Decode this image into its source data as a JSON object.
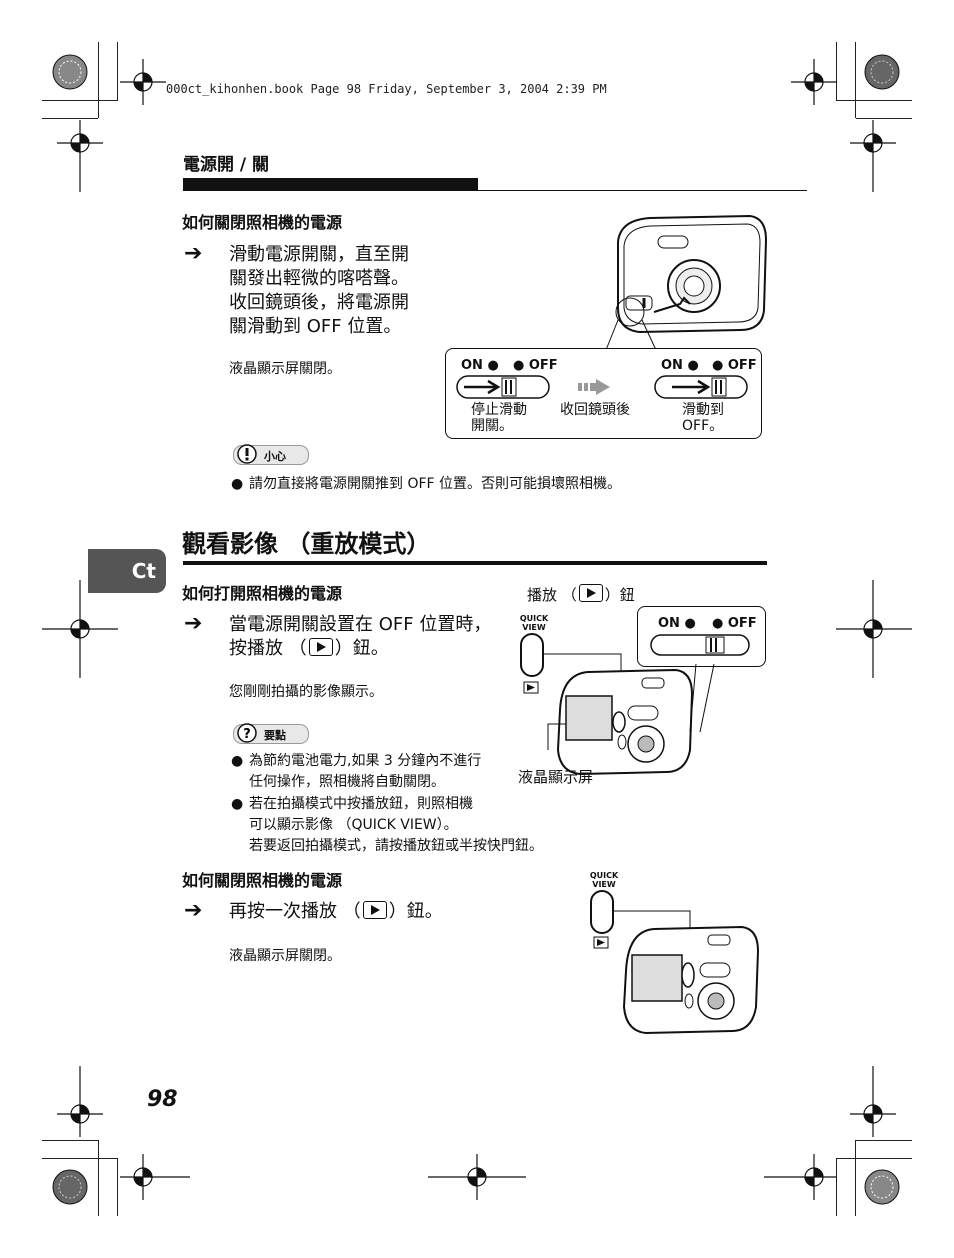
{
  "header": {
    "file_info": "000ct_kihonhen.book  Page 98  Friday, September 3, 2004  2:39 PM"
  },
  "section1": {
    "title": "電源開 / 關",
    "subhead": "如何關閉照相機的電源",
    "step_lines": [
      "滑動電源開關，直至開",
      "關發出輕微的喀嗒聲。",
      "收回鏡頭後，將電源開",
      "關滑動到 OFF 位置。"
    ],
    "note": "液晶顯示屏關閉。",
    "diagram": {
      "on_label": "ON",
      "off_label": "OFF",
      "left_caption": [
        "停止滑動",
        "開關。"
      ],
      "middle_caption": "收回鏡頭後",
      "right_caption": [
        "滑動到",
        "OFF。"
      ]
    },
    "caution_label": "小心",
    "caution_text": "請勿直接將電源開關推到 OFF 位置。否則可能損壞照相機。"
  },
  "section2": {
    "tab": "Ct",
    "title": "觀看影像 （重放模式）",
    "subhead_on": "如何打開照相機的電源",
    "play_button_label_prefix": "播放 （",
    "play_button_label_suffix": "）鈕",
    "step_on_line1": "當電源開關設置在 OFF 位置時，",
    "step_on_line2_prefix": "按播放 （",
    "step_on_line2_suffix": "）鈕。",
    "note_on": "您剛剛拍攝的影像顯示。",
    "quick_view_label": [
      "QUICK",
      "VIEW"
    ],
    "lcd_label": "液晶顯示屏",
    "on_label": "ON",
    "off_label": "OFF",
    "tip_label": "要點",
    "tips": [
      [
        "為節約電池電力,如果 3 分鐘內不進行",
        "任何操作，照相機將自動關閉。"
      ],
      [
        "若在拍攝模式中按播放鈕，則照相機",
        "可以顯示影像 （QUICK VIEW）。",
        "若要返回拍攝模式，請按播放鈕或半按快門鈕。"
      ]
    ],
    "subhead_off": "如何關閉照相機的電源",
    "step_off_prefix": "再按一次播放 （",
    "step_off_suffix": "）鈕。",
    "note_off": "液晶顯示屏關閉。",
    "quick_view_label2": [
      "QUICK",
      "VIEW"
    ]
  },
  "page_number": "98"
}
